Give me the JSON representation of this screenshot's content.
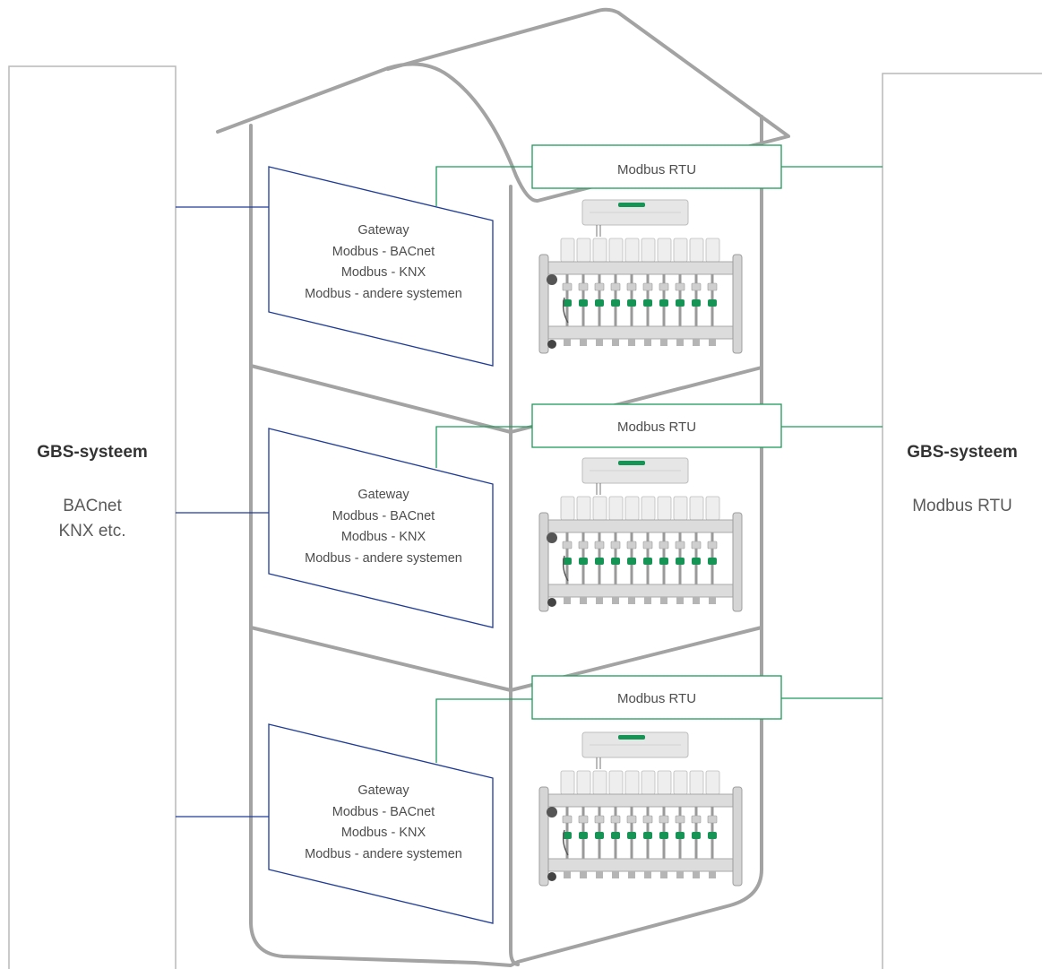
{
  "colors": {
    "house": "#a3a3a3",
    "gbs_panel": "#b9b9b9",
    "gateway": "#1f3c96",
    "modbus": "#1e9a5c",
    "manifold_body": "#dcdcdc",
    "valve_green": "#169456"
  },
  "left_panel": {
    "title": "GBS-systeem",
    "subtitle_lines": [
      "BACnet",
      "KNX etc."
    ]
  },
  "right_panel": {
    "title": "GBS-systeem",
    "subtitle_lines": [
      "Modbus RTU"
    ]
  },
  "floors": [
    {
      "gateway_lines": [
        "Gateway",
        "Modbus - BACnet",
        "Modbus - KNX",
        "Modbus - andere systemen"
      ],
      "modbus_label": "Modbus RTU",
      "device_icon": "manifold-controller-icon"
    },
    {
      "gateway_lines": [
        "Gateway",
        "Modbus - BACnet",
        "Modbus - KNX",
        "Modbus - andere systemen"
      ],
      "modbus_label": "Modbus RTU",
      "device_icon": "manifold-controller-icon"
    },
    {
      "gateway_lines": [
        "Gateway",
        "Modbus - BACnet",
        "Modbus - KNX",
        "Modbus - andere systemen"
      ],
      "modbus_label": "Modbus RTU",
      "device_icon": "manifold-controller-icon"
    }
  ]
}
